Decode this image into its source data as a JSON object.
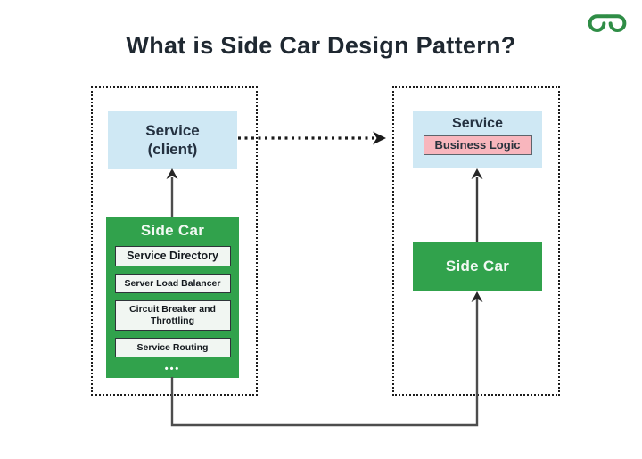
{
  "title": "What is Side Car Design Pattern?",
  "logo": {
    "alt": "geeksforgeeks-logo",
    "color": "#2f8d46"
  },
  "left": {
    "service": {
      "line1": "Service",
      "line2": "(client)"
    },
    "sidecar": {
      "title": "Side Car",
      "items": [
        "Service Directory",
        "Server Load Balancer",
        "Circuit Breaker and Throttling",
        "Service Routing"
      ],
      "ellipsis": "•••"
    }
  },
  "right": {
    "service": {
      "title": "Service",
      "business_logic": "Business Logic"
    },
    "sidecar": {
      "title": "Side Car"
    }
  },
  "colors": {
    "service_fill": "#cfe8f4",
    "sidecar_fill": "#31a24c",
    "item_fill": "#f1f6f2",
    "item_border": "#2e3439",
    "business_logic_fill": "#f8b6bd",
    "arrow": "#4d4d4d",
    "dashed_border": "#1c1c1c",
    "logo_green": "#2f8d46",
    "title_text": "#1f2831"
  }
}
